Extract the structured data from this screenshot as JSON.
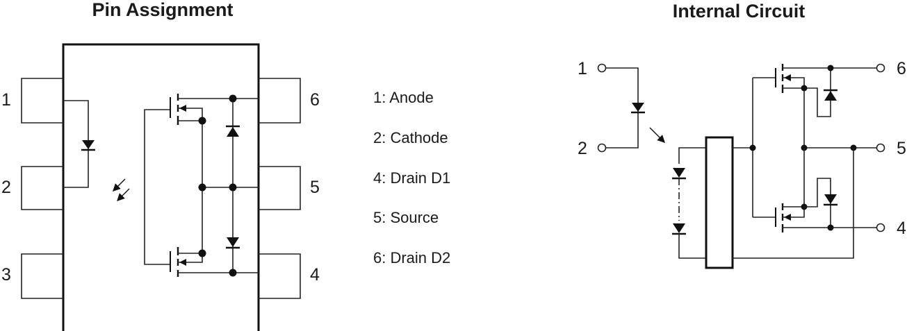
{
  "pin_assignment": {
    "title": "Pin Assignment",
    "pins": {
      "p1": "1",
      "p2": "2",
      "p3": "3",
      "p4": "4",
      "p5": "5",
      "p6": "6"
    },
    "legend": [
      "1: Anode",
      "2: Cathode",
      "4: Drain D1",
      "5: Source",
      "6: Drain D2"
    ]
  },
  "internal_circuit": {
    "title": "Internal Circuit",
    "pins": {
      "p1": "1",
      "p2": "2",
      "p4": "4",
      "p5": "5",
      "p6": "6"
    }
  },
  "colors": {
    "line": "#222222",
    "text": "#1a1a1a",
    "background": "#ffffff"
  }
}
